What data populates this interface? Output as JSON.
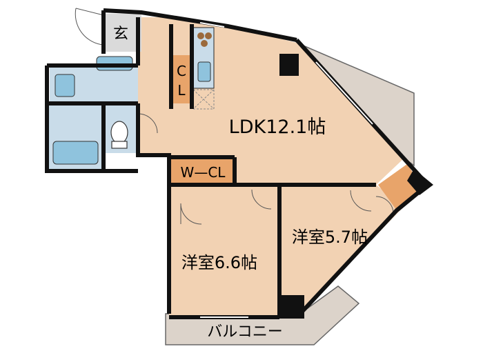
{
  "rooms": {
    "ldk": "LDK12.1帖",
    "western_a": "洋室6.6帖",
    "western_b": "洋室5.7帖",
    "closet": "CL",
    "walk_in_closet": "W—CL",
    "entrance": "玄",
    "balcony": "バルコニー"
  },
  "closet_letters": [
    "C",
    "L"
  ],
  "colors": {
    "floor": "#F2D2B3",
    "closet": "#E8A46A",
    "wet_area": "#C9DCE9",
    "fixture": "#8FC3DD",
    "entrance": "#DADADA",
    "balcony": "#DCD3CA",
    "wall": "#111111"
  }
}
